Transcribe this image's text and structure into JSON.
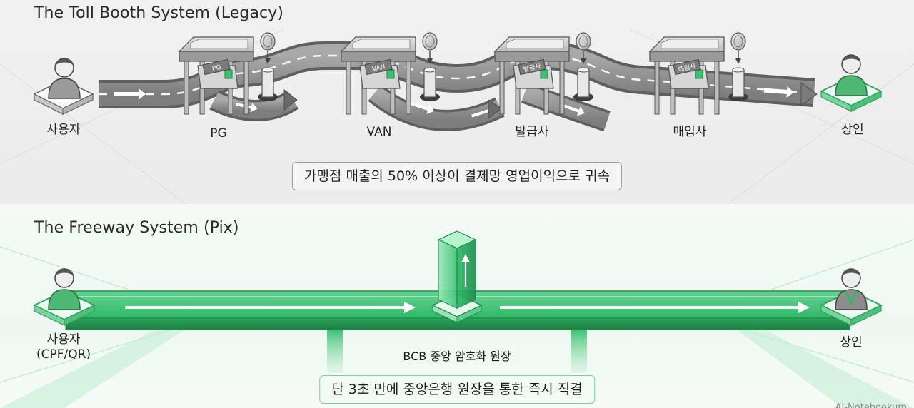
{
  "legacy": {
    "title": "The Toll Booth System (Legacy)",
    "nodes": [
      {
        "id": "user",
        "label": "사용자"
      },
      {
        "id": "pg",
        "label": "PG",
        "booth_sign": "PG"
      },
      {
        "id": "van",
        "label": "VAN",
        "booth_sign": "VAN"
      },
      {
        "id": "issuer",
        "label": "발급사",
        "booth_sign": "발급사"
      },
      {
        "id": "acquirer",
        "label": "매입사",
        "booth_sign": "매입사"
      },
      {
        "id": "merchant",
        "label": "상인"
      }
    ],
    "caption": "가맹점 매출의 50% 이상이 결제망 영업이익으로 귀속",
    "icons": [
      "person-icon",
      "toll-booth-icon",
      "coin-icon",
      "toll-barrier-icon",
      "road-arrow-icon"
    ]
  },
  "pix": {
    "title": "The Freeway System (Pix)",
    "user_label": "사용자",
    "user_sublabel": "(CPF/QR)",
    "merchant_label": "상인",
    "ledger_label": "BCB 중앙 암호화 원장",
    "caption": "단 3초 만에 중앙은행 원장을 통한 즉시 직결",
    "icons": [
      "person-icon",
      "ledger-pillar-icon",
      "direct-arrow-icon"
    ]
  },
  "watermark": "AI-Notebookum",
  "colors": {
    "legacy_road": "#8c8c8c",
    "legacy_bg": "#efefef",
    "pix_green": "#2fb866",
    "pix_green_dark": "#1d8f4c",
    "pix_bg": "#f1faf4"
  }
}
